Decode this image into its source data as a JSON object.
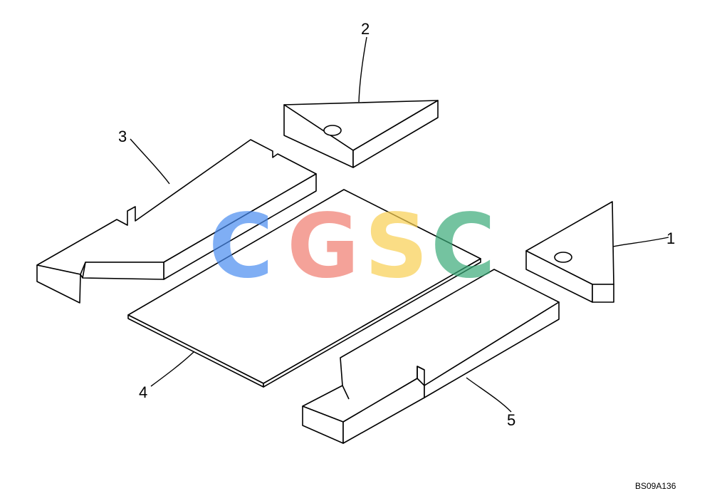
{
  "diagram": {
    "callouts": [
      "1",
      "2",
      "3",
      "4",
      "5"
    ],
    "drawing_code": "BS09A136"
  },
  "watermark": {
    "letters": [
      "C",
      "G",
      "S",
      "C"
    ],
    "colors": [
      "#4a8cf0",
      "#f07b6e",
      "#f8cf52",
      "#3aaa78"
    ]
  }
}
